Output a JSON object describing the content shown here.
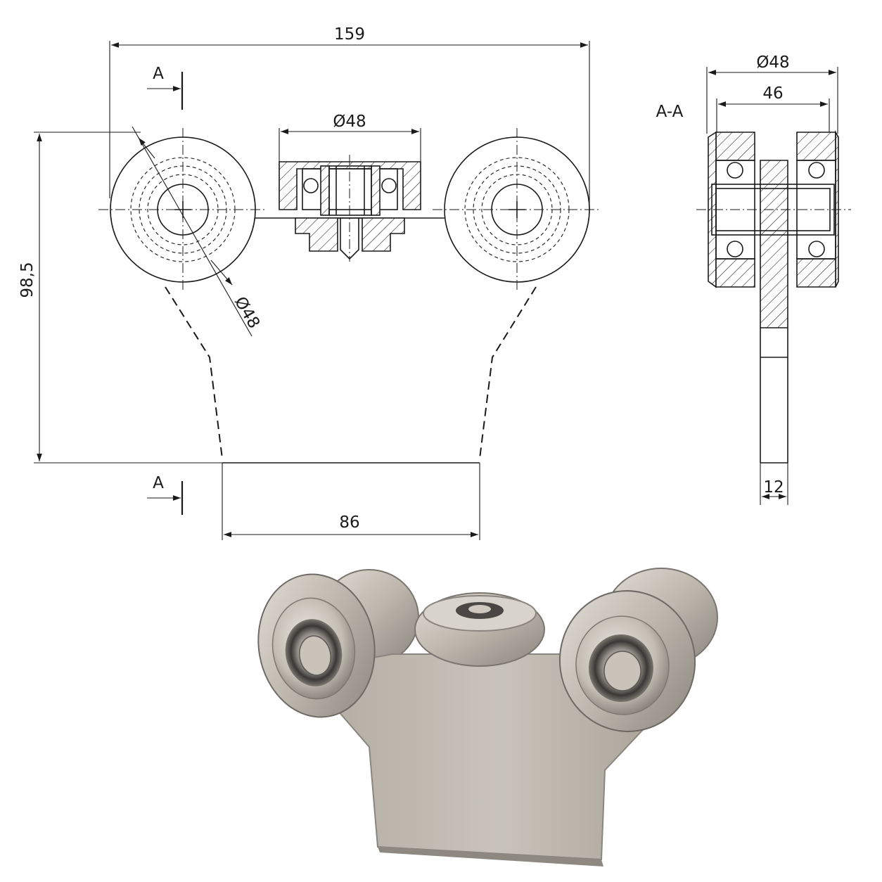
{
  "drawing": {
    "dimensions": {
      "overall_width": "159",
      "top_bearing_diameter": "Ø48",
      "wheel_diameter": "Ø48",
      "overall_height": "98,5",
      "base_width": "86",
      "side_outer_diameter": "Ø48",
      "side_inner_width": "46",
      "plate_thickness": "12"
    },
    "section_marks": {
      "top": "A",
      "bottom": "A",
      "side_view_label": "A-A"
    }
  },
  "photo": {
    "material_color": "#b8b2a8",
    "highlight_color": "#e6e2da",
    "shadow_color": "#6e6a64"
  }
}
